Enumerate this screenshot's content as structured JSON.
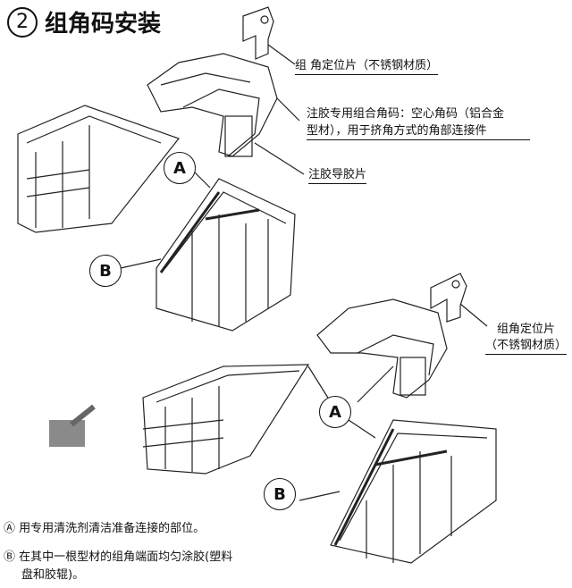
{
  "title": {
    "number": "2",
    "text": "组角码安装"
  },
  "callouts": {
    "corner_locator_top": "组 角定位片（不锈钢材质）",
    "corner_key_line1": "注胶专用组合角码：空心角码（铝合金",
    "corner_key_line2": "型材），用于挤角方式的角部连接件",
    "glue_guide": "注胶导胶片",
    "corner_locator_bottom_line1": "组角定位片",
    "corner_locator_bottom_line2": "（不锈钢材质）"
  },
  "markers": {
    "a": "A",
    "b": "B"
  },
  "steps": [
    {
      "marker": "Ⓐ",
      "text": "用专用清洗剂清洁准备连接的部位。"
    },
    {
      "marker": "Ⓑ",
      "text": "在其中一根型材的组角端面均匀涂胶(塑料",
      "text2": "盘和胶辊)。"
    }
  ]
}
